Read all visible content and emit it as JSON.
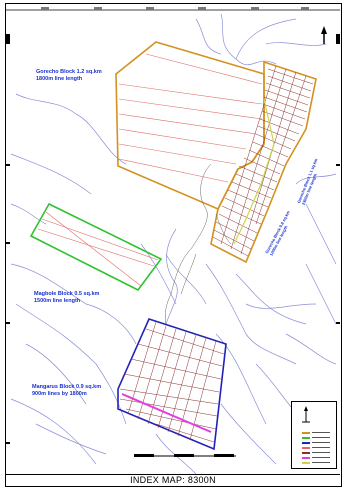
{
  "map": {
    "title": "INDEX MAP: 8300N",
    "blocks": [
      {
        "name": "Gorecho Block",
        "label_line1": "Gorecho Block 1.2 sq.km",
        "label_line2": "1800m line length",
        "color": "#d4911f"
      },
      {
        "name": "Magbole Block",
        "label_line1": "Magbole Block 0.5 sq.km",
        "label_line2": "1500m line length",
        "color": "#2fc22f"
      },
      {
        "name": "Mangarus Block",
        "label_line1": "Mangarus Block 0.9 sq.km",
        "label_line2": "900m lines by 1800m",
        "color": "#2222bb"
      }
    ],
    "rotated_labels": [
      {
        "line1": "Gorecho Block 0.8 sq.km",
        "line2": "1200m line length"
      },
      {
        "line1": "Gorecho Block 1.1 sq.km",
        "line2": "2300m line length"
      }
    ],
    "colors": {
      "river": "#8a8fd8",
      "grid_line": "#8b2f2f",
      "red_line": "#e06a6a",
      "magenta_line": "#e040e0",
      "yellow_green_border": "#c8d64a"
    },
    "icons": [
      "north-arrow-icon",
      "scale-bar-icon"
    ]
  }
}
